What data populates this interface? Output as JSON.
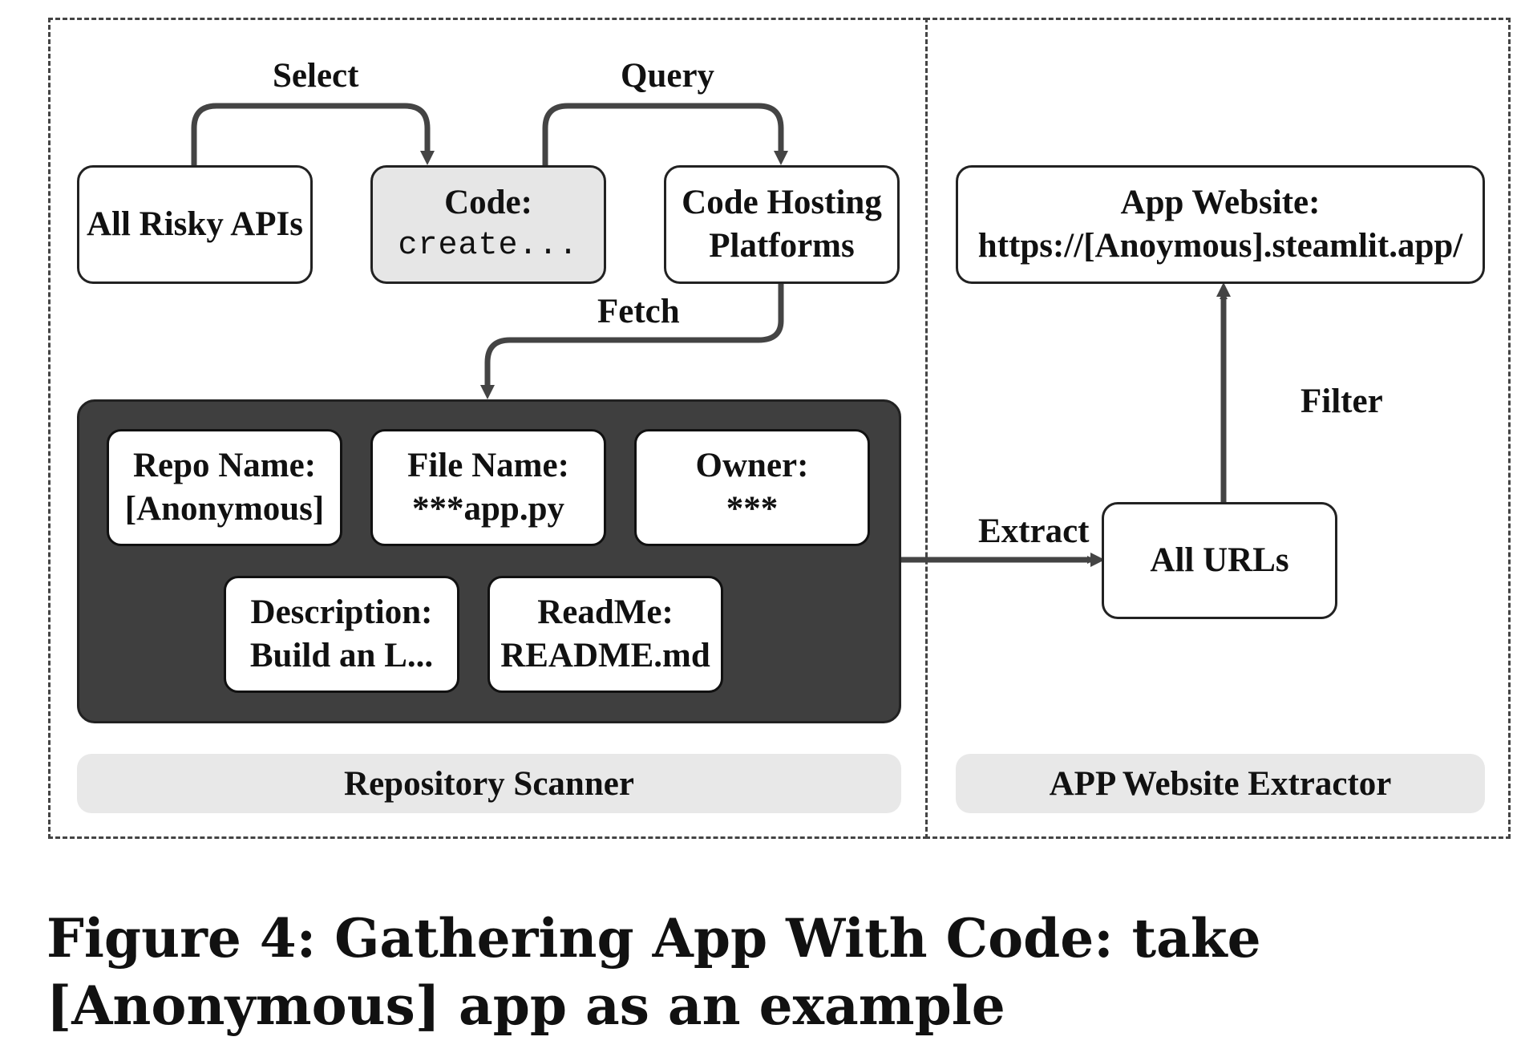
{
  "labels": {
    "select": "Select",
    "query": "Query",
    "fetch": "Fetch",
    "extract": "Extract",
    "filter": "Filter"
  },
  "boxes": {
    "risky_apis": "All Risky APIs",
    "code_title": "Code:",
    "code_value": "create...",
    "hosting_line1": "Code Hosting",
    "hosting_line2": "Platforms",
    "app_website_title": "App Website:",
    "app_website_url": "https://[Anoymous].steamlit.app/",
    "all_urls": "All URLs"
  },
  "repo_fields": [
    {
      "title": "Repo Name:",
      "value": "[Anonymous]"
    },
    {
      "title": "File Name:",
      "value": "***app.py"
    },
    {
      "title": "Owner:",
      "value": "***"
    },
    {
      "title": "Description:",
      "value": "Build an L..."
    },
    {
      "title": "ReadMe:",
      "value": "README.md"
    }
  ],
  "sections": {
    "left": "Repository Scanner",
    "right": "APP Website Extractor"
  },
  "figure_caption": "Figure 4: Gathering App With Code: take [Anonymous] app as an example",
  "colors": {
    "dark_panel": "#3f3f3f",
    "arrow": "#444444",
    "code_box": "#e6e6e6",
    "section_bar": "#e8e8e8"
  }
}
